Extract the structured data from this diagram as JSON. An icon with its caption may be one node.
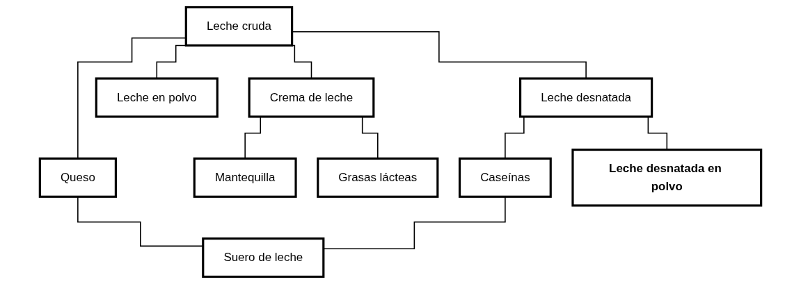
{
  "diagram": {
    "nodes": [
      {
        "text": [
          "Leche cruda"
        ]
      },
      {
        "text": [
          "Crema de leche"
        ]
      },
      {
        "text": [
          "Leche en polvo"
        ]
      },
      {
        "text": [
          "Queso"
        ]
      },
      {
        "text": [
          "Leche desnatada"
        ]
      },
      {
        "text": [
          "Mantequilla"
        ]
      },
      {
        "text": [
          "Grasas lácteas"
        ]
      },
      {
        "text": [
          "Caseínas"
        ]
      },
      {
        "text": [
          "Leche desnatada en polvo"
        ]
      },
      {
        "text": [
          "Suero de leche"
        ]
      }
    ],
    "edges": [
      {
        "from": 0,
        "to": 1,
        "arrow": "none"
      },
      {
        "from": 0,
        "to": 2,
        "arrow": "none"
      },
      {
        "from": 0,
        "to": 3,
        "arrow": "none"
      },
      {
        "from": 0,
        "to": 4,
        "arrow": "none"
      },
      {
        "from": 1,
        "to": 5,
        "arrow": "none"
      },
      {
        "from": 1,
        "to": 6,
        "arrow": "none"
      },
      {
        "from": 4,
        "to": 7,
        "arrow": "none"
      },
      {
        "from": 4,
        "to": 8,
        "arrow": "none"
      },
      {
        "from": 3,
        "to": 9,
        "arrow": "none"
      },
      {
        "from": 7,
        "to": 9,
        "arrow": "none"
      }
    ]
  }
}
